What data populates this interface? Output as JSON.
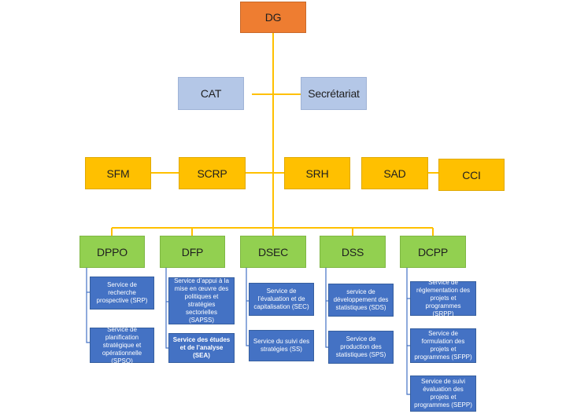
{
  "top": {
    "label": "DG"
  },
  "staff": [
    {
      "key": "cat",
      "label": "CAT"
    },
    {
      "key": "secretariat",
      "label": "Secrétariat"
    }
  ],
  "services": [
    {
      "key": "sfm",
      "label": "SFM"
    },
    {
      "key": "scrp",
      "label": "SCRP"
    },
    {
      "key": "srh",
      "label": "SRH"
    },
    {
      "key": "sad",
      "label": "SAD"
    },
    {
      "key": "cci",
      "label": "CCI"
    }
  ],
  "directions": [
    {
      "key": "dppo",
      "label": "DPPO",
      "units": [
        {
          "label": "Service de recherche prospective (SRP)"
        },
        {
          "label": "Service de planification stratégique et opérationnelle (SPSO)"
        }
      ]
    },
    {
      "key": "dfp",
      "label": "DFP",
      "units": [
        {
          "label": "Service d’appui à la mise en œuvre des politiques et stratégies sectorielles (SAPSS)"
        },
        {
          "label": "Service des études et de l’analyse (SEA)"
        }
      ]
    },
    {
      "key": "dsec",
      "label": "DSEC",
      "units": [
        {
          "label": "Service de l’évaluation et de capitalisation (SEC)"
        },
        {
          "label": "Service du suivi des stratégies (SS)"
        }
      ]
    },
    {
      "key": "dss",
      "label": "DSS",
      "units": [
        {
          "label": "service de développement des statistiques (SDS)"
        },
        {
          "label": "Service de production des statistiques (SPS)"
        }
      ]
    },
    {
      "key": "dcpp",
      "label": "DCPP",
      "units": [
        {
          "label": "Service de réglementation des projets et programmes (SRPP)"
        },
        {
          "label": "Service de formulation des projets et programmes (SFPP)"
        },
        {
          "label": "Service de suivi évaluation des projets et programmes (SEPP)"
        }
      ]
    }
  ],
  "colors": {
    "connector_top": "#ffc000",
    "connector_sub": "#4472c4",
    "dg": "#ee7d31",
    "staff": "#b4c7e7",
    "service": "#ffc000",
    "direction": "#92d050",
    "unit": "#4472c4"
  }
}
